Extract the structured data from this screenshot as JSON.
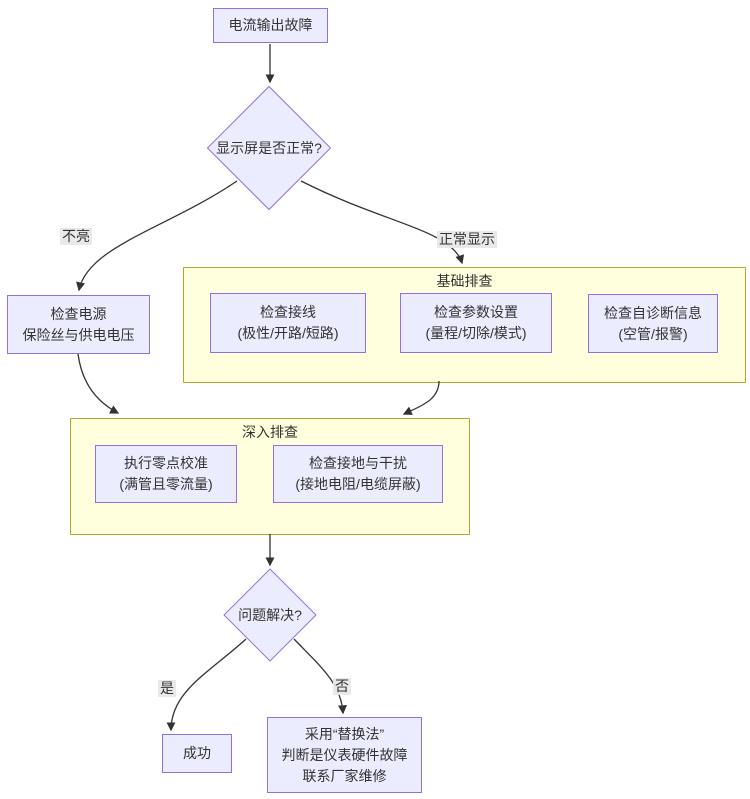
{
  "colors": {
    "node_fill": "#ECECFF",
    "node_border": "#9370DB",
    "cluster_fill": "#FFFFDE",
    "cluster_border": "#AAAA33",
    "edge_line": "#333333",
    "edge_label_bg": "#E8E8E8",
    "text": "#333333"
  },
  "nodes": {
    "start": {
      "label": "电流输出故障"
    },
    "display_decision": {
      "label": "显示屏是否正常?"
    },
    "power": {
      "lines": [
        "检查电源",
        "保险丝与供电电压"
      ]
    },
    "wiring": {
      "lines": [
        "检查接线",
        "(极性/开路/短路)"
      ]
    },
    "params": {
      "lines": [
        "检查参数设置",
        "(量程/切除/模式)"
      ]
    },
    "selfdiag": {
      "lines": [
        "检查自诊断信息",
        "(空管/报警)"
      ]
    },
    "zero_cal": {
      "lines": [
        "执行零点校准",
        "(满管且零流量)"
      ]
    },
    "grounding": {
      "lines": [
        "检查接地与干扰",
        "(接地电阻/电缆屏蔽)"
      ]
    },
    "solved_decision": {
      "label": "问题解决?"
    },
    "success": {
      "label": "成功"
    },
    "replace": {
      "lines": [
        "采用“替换法”",
        "判断是仪表硬件故障",
        "联系厂家维修"
      ]
    }
  },
  "clusters": {
    "basic": {
      "title": "基础排查"
    },
    "deep": {
      "title": "深入排查"
    }
  },
  "edge_labels": {
    "screen_dark": "不亮",
    "screen_normal": "正常显示",
    "yes": "是",
    "no": "否"
  }
}
